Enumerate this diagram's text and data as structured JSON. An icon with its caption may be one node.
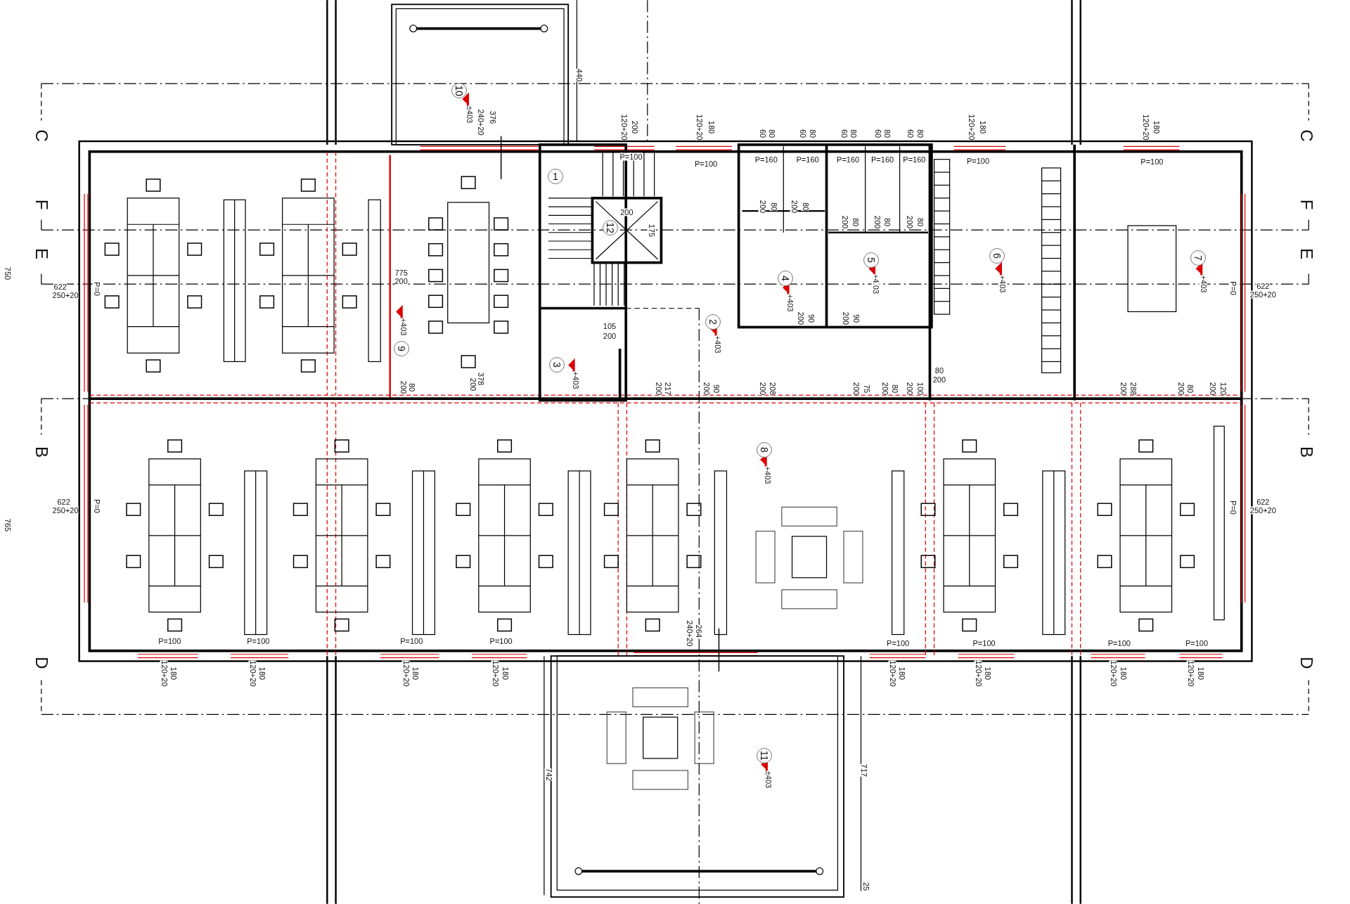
{
  "diagram": {
    "labels": [
      "440",
      "10",
      "±403",
      "C",
      "376",
      "240+20",
      "200",
      "120+20",
      "180",
      "120+20",
      "60",
      "80",
      "60",
      "80",
      "60",
      "80",
      "60",
      "80",
      "60",
      "80",
      "C",
      "180",
      "120+20",
      "180",
      "120+20",
      "P=100",
      "P=100",
      "P=160",
      "P=160",
      "P=160",
      "P=160",
      "P=160",
      "P=100",
      "P=100",
      "1",
      "F",
      "F",
      "200",
      "80",
      "200",
      "80",
      "200",
      "80",
      "200",
      "80",
      "200",
      "80",
      "200",
      "12",
      "175",
      "E",
      "E",
      "750",
      "5",
      "6",
      "7",
      "+4.03",
      "+403",
      "+403",
      "775",
      "200",
      "622",
      "250+20",
      "P=0",
      "4",
      "+403",
      "P=0",
      "622",
      "250+20",
      "200",
      "90",
      "200",
      "90",
      "2",
      "+403",
      "105",
      "200",
      "+403",
      "9",
      "200",
      "80",
      "200",
      "378",
      "3",
      "+403",
      "200",
      "217",
      "200",
      "90",
      "200",
      "208",
      "200",
      "75",
      "200",
      "80",
      "200",
      "100",
      "80",
      "200",
      "200",
      "288",
      "200",
      "80",
      "200",
      "120",
      "B",
      "B",
      "8",
      "+403",
      "622",
      "250+20",
      "P=0",
      "P=0",
      "622",
      "250+20",
      "765",
      "264",
      "240+20",
      "P=100",
      "P=100",
      "P=100",
      "P=100",
      "P=100",
      "P=100",
      "P=100",
      "P=100",
      "180",
      "120+20",
      "180",
      "120+20",
      "180",
      "120+20",
      "180",
      "120+20",
      "180",
      "120+20",
      "180",
      "120+20",
      "180",
      "120+20",
      "180",
      "120+20",
      "D",
      "D",
      "742",
      "11",
      "±403",
      "717",
      "25"
    ]
  }
}
